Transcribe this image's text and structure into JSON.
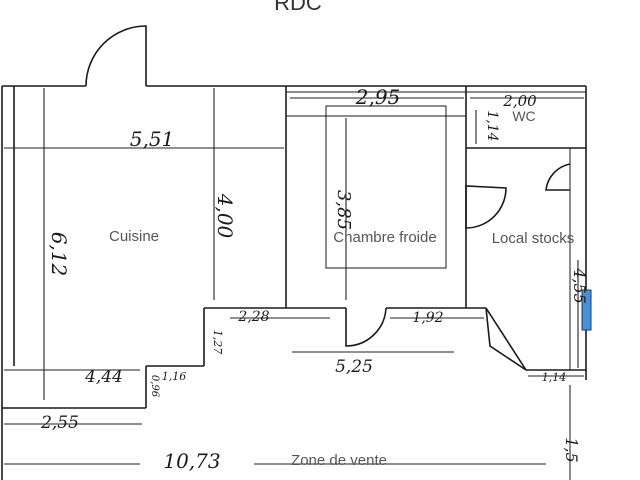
{
  "title": "RDC",
  "rooms": {
    "cuisine": "Cuisine",
    "chambre_froide": "Chambre froide",
    "local_stocks": "Local stocks",
    "wc": "WC",
    "zone_vente": "Zone de vente"
  },
  "dimensions": {
    "cuisine_width": "5,51",
    "cuisine_depth": "6,12",
    "cuisine_inner": "4,00",
    "chambre_width": "2,95",
    "chambre_depth": "3,85",
    "wc_width": "2,00",
    "wc_depth": "1,14",
    "step_a": "2,28",
    "step_b": "1,92",
    "step_c": "5,25",
    "step_d": "1,27",
    "lower_a": "4,44",
    "lower_b": "0,96",
    "lower_c": "1,16",
    "lower_d": "2,55",
    "stocks_depth": "4,55",
    "stocks_small": "1,14",
    "total_width": "10,73",
    "right_small": "1,5"
  },
  "colors": {
    "wall": "#1a1a1a",
    "marker": "#4a90d9",
    "label": "#555555"
  }
}
